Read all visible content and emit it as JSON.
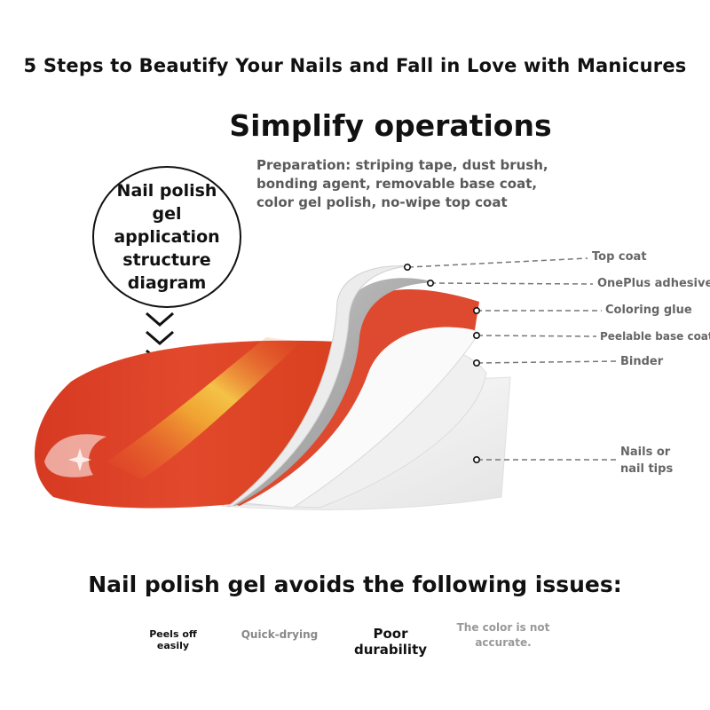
{
  "header": {
    "title": "5 Steps to Beautify Your Nails and Fall in Love with Manicures"
  },
  "section": {
    "title": "Simplify operations",
    "preparation": "Preparation: striping tape, dust brush, bonding agent, removable base coat, color gel polish, no-wipe top coat"
  },
  "callout": {
    "text": "Nail polish gel application structure diagram"
  },
  "layers": [
    {
      "label": "Top coat"
    },
    {
      "label": "OnePlus adhesive"
    },
    {
      "label": "Coloring glue"
    },
    {
      "label": "Peelable base coat"
    },
    {
      "label": "Binder"
    },
    {
      "label": "Nails or nail tips"
    }
  ],
  "issues": {
    "title": "Nail polish gel avoids the following issues:",
    "items": [
      {
        "label": "Peels off easily"
      },
      {
        "label": "Quick-drying"
      },
      {
        "label": "Poor durability"
      },
      {
        "label": "The color is not accurate."
      }
    ]
  },
  "colors": {
    "nail_polish": "#e0472c",
    "shimmer": "#f2c030",
    "text_dark": "#111111",
    "text_gray": "#666666"
  }
}
